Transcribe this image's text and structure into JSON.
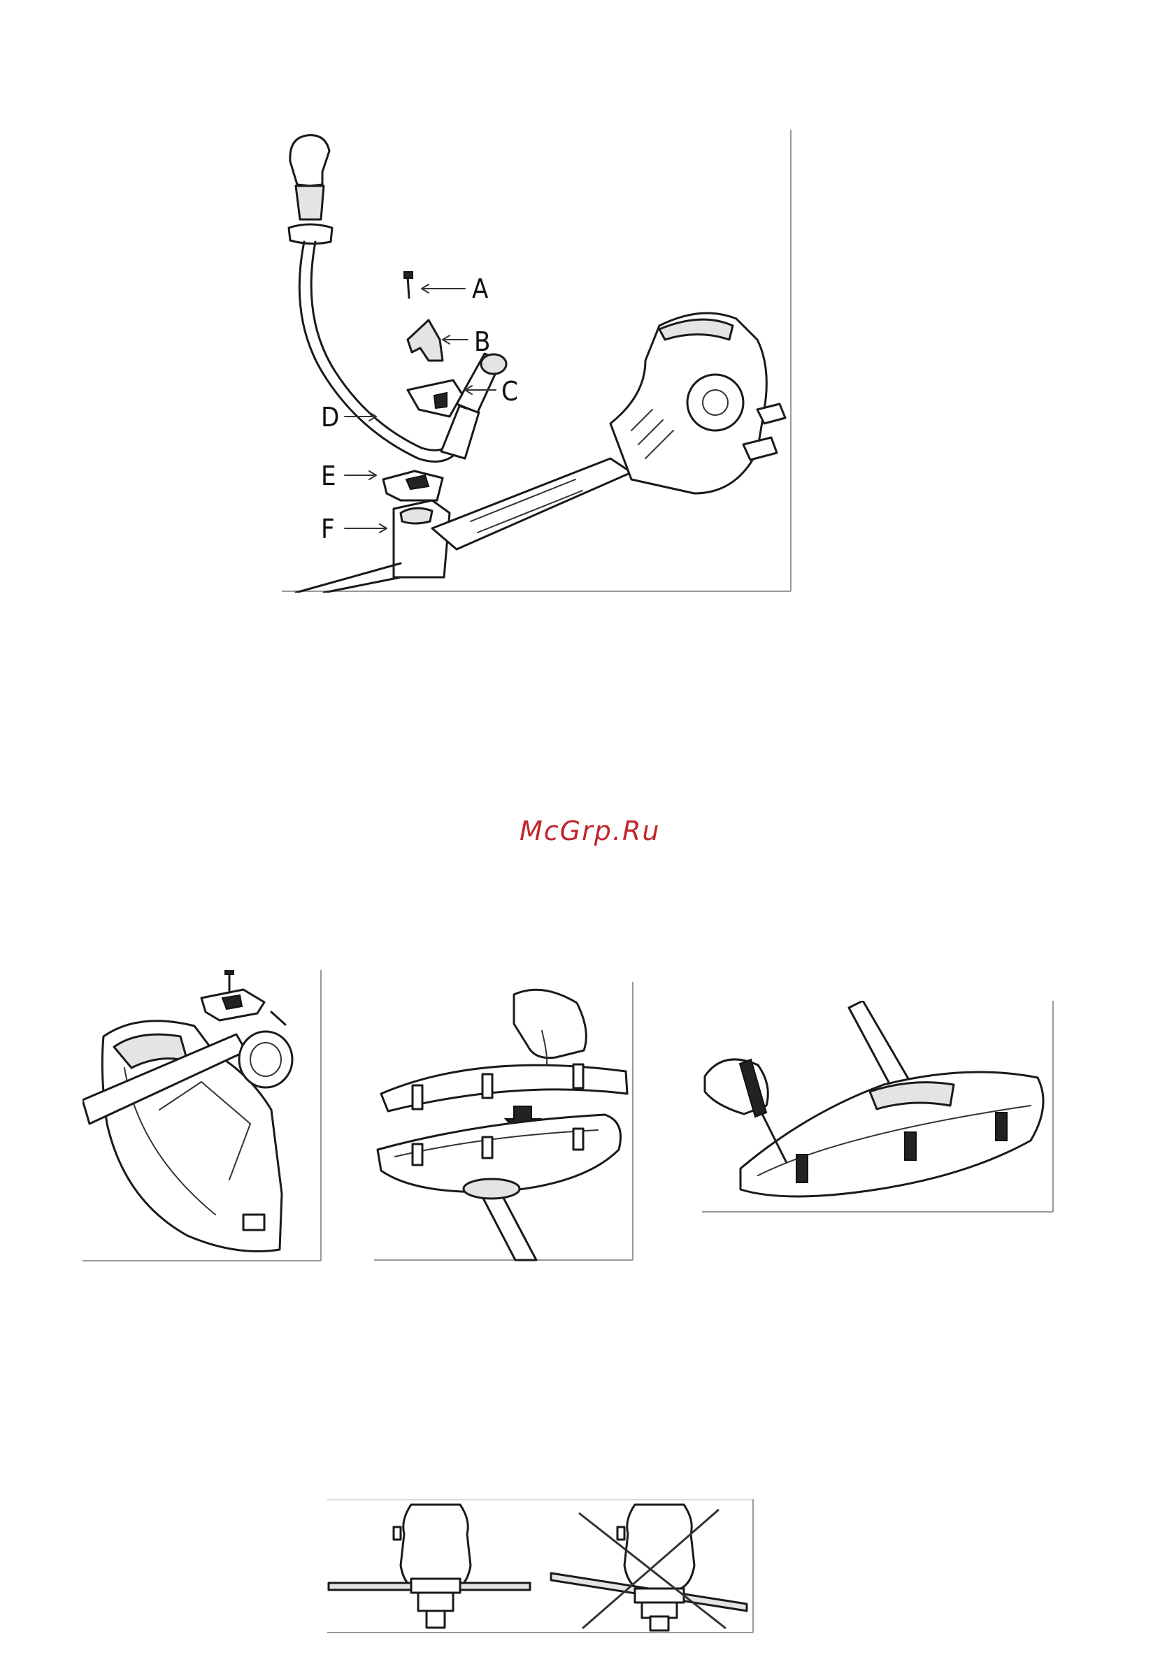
{
  "figure1": {
    "labels": [
      "A",
      "B",
      "C",
      "D",
      "E",
      "F"
    ]
  },
  "watermark": {
    "text": "McGrp.Ru",
    "color": "#c0262d"
  }
}
